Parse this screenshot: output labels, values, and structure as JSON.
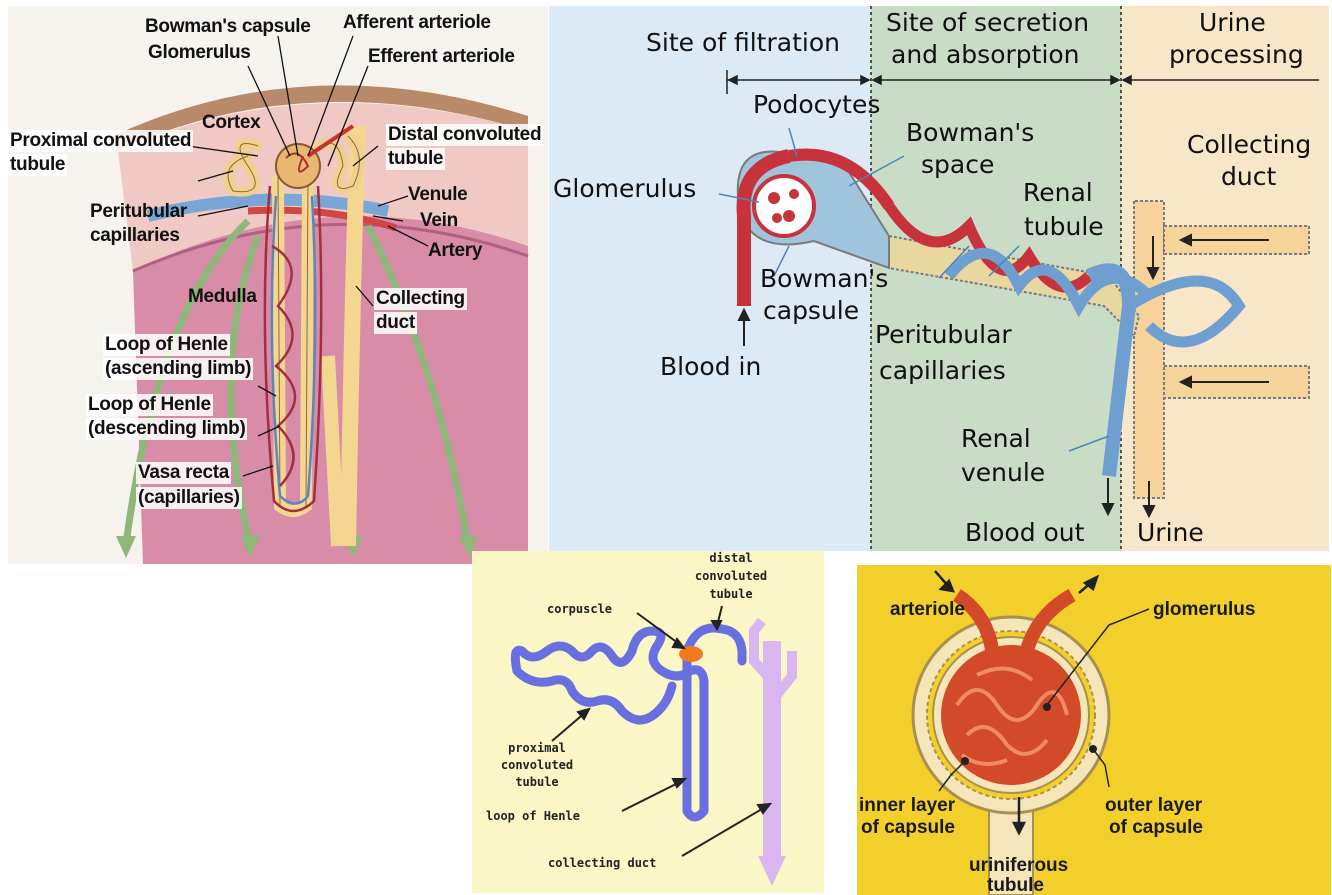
{
  "panel1": {
    "labels": {
      "bowmans_capsule": "Bowman's capsule",
      "afferent_arteriole": "Afferent arteriole",
      "glomerulus": "Glomerulus",
      "efferent_arteriole": "Efferent arteriole",
      "cortex": "Cortex",
      "proximal_convoluted_tubule_line1": "Proximal convoluted",
      "proximal_convoluted_tubule_line2": "tubule",
      "distal_convoluted_tubule_line1": "Distal convoluted",
      "distal_convoluted_tubule_line2": "tubule",
      "venule": "Venule",
      "vein": "Vein",
      "artery": "Artery",
      "peritubular_capillaries_line1": "Peritubular",
      "peritubular_capillaries_line2": "capillaries",
      "medulla": "Medulla",
      "collecting_duct_line1": "Collecting",
      "collecting_duct_line2": "duct",
      "loop_ascending_line1": "Loop of Henle",
      "loop_ascending_line2": "(ascending limb)",
      "loop_descending_line1": "Loop of Henle",
      "loop_descending_line2": "(descending limb)",
      "vasa_recta_line1": "Vasa recta",
      "vasa_recta_line2": "(capillaries)"
    }
  },
  "panel2": {
    "labels": {
      "site_filtration": "Site of filtration",
      "site_secretion_line1": "Site of secretion",
      "site_secretion_line2": "and absorption",
      "urine_processing_line1": "Urine",
      "urine_processing_line2": "processing",
      "podocytes": "Podocytes",
      "bowmans_space_line1": "Bowman's",
      "bowmans_space_line2": "space",
      "glomerulus": "Glomerulus",
      "collecting_duct_line1": "Collecting",
      "collecting_duct_line2": "duct",
      "renal_tubule_line1": "Renal",
      "renal_tubule_line2": "tubule",
      "bowmans_capsule_line1": "Bowman's",
      "bowmans_capsule_line2": "capsule",
      "peritubular_line1": "Peritubular",
      "peritubular_line2": "capillaries",
      "blood_in": "Blood in",
      "renal_venule_line1": "Renal",
      "renal_venule_line2": "venule",
      "blood_out": "Blood out",
      "urine": "Urine"
    }
  },
  "panel3": {
    "labels": {
      "distal_line1": "distal",
      "distal_line2": "convoluted",
      "distal_line3": "tubule",
      "corpuscle": "corpuscle",
      "proximal_line1": "proximal",
      "proximal_line2": "convoluted",
      "proximal_line3": "tubule",
      "loop_of_henle": "loop of Henle",
      "collecting_duct": "collecting duct"
    }
  },
  "panel4": {
    "labels": {
      "arteriole": "arteriole",
      "glomerulus": "glomerulus",
      "inner_layer_line1": "inner layer",
      "inner_layer_line2": "of capsule",
      "outer_layer_line1": "outer layer",
      "outer_layer_line2": "of capsule",
      "uriniferous_line1": "uriniferous",
      "uriniferous_line2": "tubule"
    }
  },
  "colors": {
    "artery_red": "#c8323a",
    "vein_blue": "#6f9fd0",
    "tubule_yellow": "#f5d690",
    "medulla_pink": "#d88ca8",
    "filtration_blue": "#dceaf5",
    "secretion_green": "#c9dcc6",
    "processing_orange": "#f8e6c8",
    "panel3_tubule": "#6a6fe0",
    "panel3_duct": "#d9b6f0",
    "panel4_bg": "#f2cf2a",
    "panel4_glomerulus": "#d24a28"
  }
}
